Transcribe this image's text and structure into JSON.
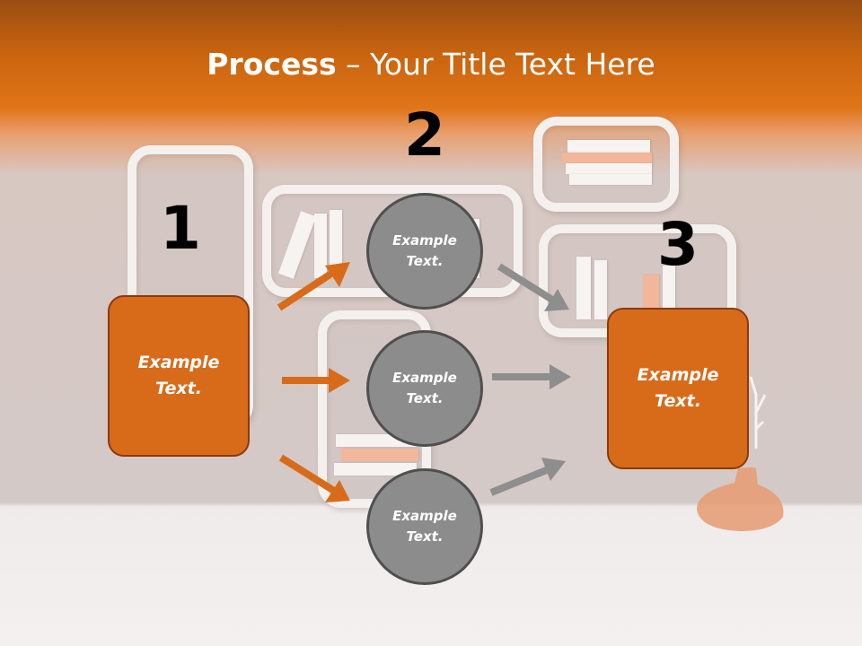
{
  "title": {
    "bold": "Process",
    "rest": " – Your Title Text Here"
  },
  "steps": [
    "1",
    "2",
    "3"
  ],
  "boxes": {
    "left": "Example\nText.",
    "right": "Example\nText."
  },
  "circles": [
    "Example\nText.",
    "Example\nText.",
    "Example\nText."
  ],
  "colors": {
    "accent": "#d86b1a",
    "circle": "#8c8c8c",
    "arrow_orange": "#d86b1a",
    "arrow_gray": "#8e8e8e"
  }
}
